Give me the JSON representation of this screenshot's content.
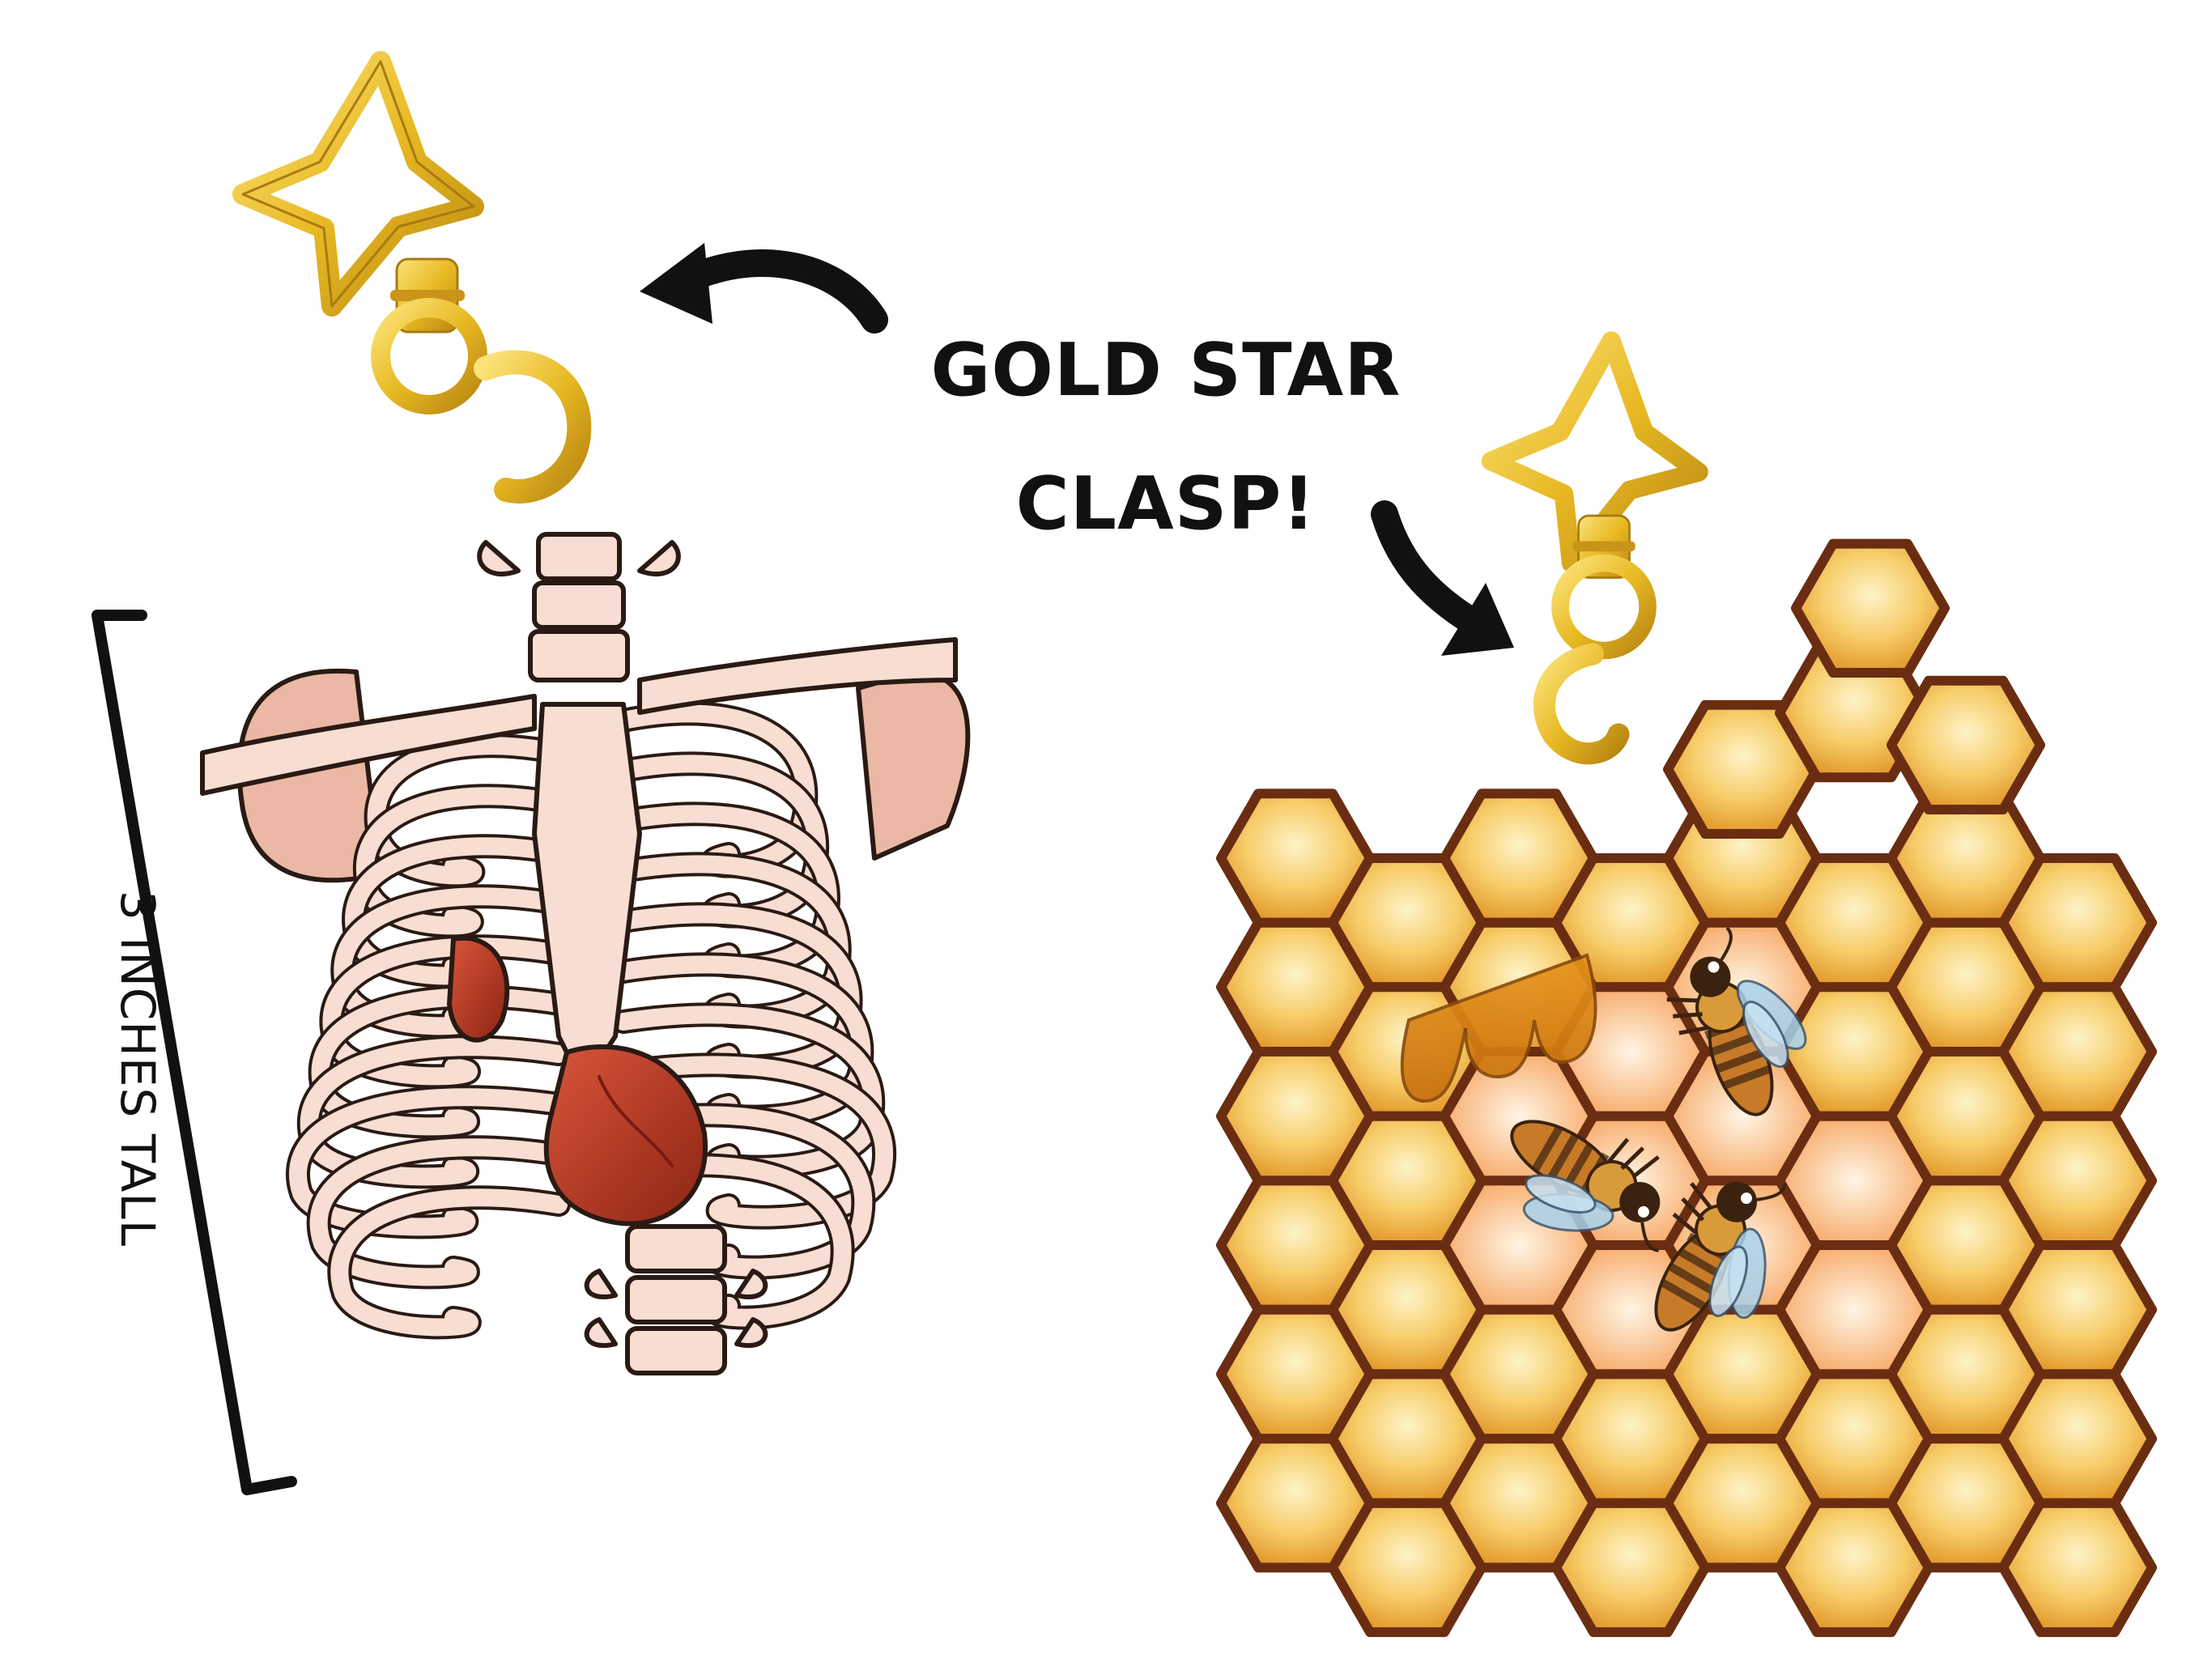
{
  "callout": {
    "line1": "GOLD STAR",
    "line2": "CLASP!"
  },
  "measurement": {
    "label": "3 INCHES TALL"
  },
  "products": [
    {
      "name": "ribcage-keychain",
      "clasp": "gold-star-clasp"
    },
    {
      "name": "honeycomb-keychain",
      "clasp": "gold-star-clasp"
    }
  ],
  "colors": {
    "gold": "#e8b923",
    "gold_light": "#f7dd6a",
    "gold_dark": "#a87a10",
    "bone": "#f7ddd2",
    "bone_shade": "#e9b8a4",
    "outline": "#2a1a14",
    "heart": "#b8321f",
    "heart_dark": "#7a1a10",
    "honey": "#f4b843",
    "honey_light": "#fbe3a2",
    "comb_outline": "#6a2d12",
    "bee_body": "#c77a28",
    "bee_stripe": "#3a2210",
    "wing": "#a9d2ec",
    "ink": "#111111"
  }
}
